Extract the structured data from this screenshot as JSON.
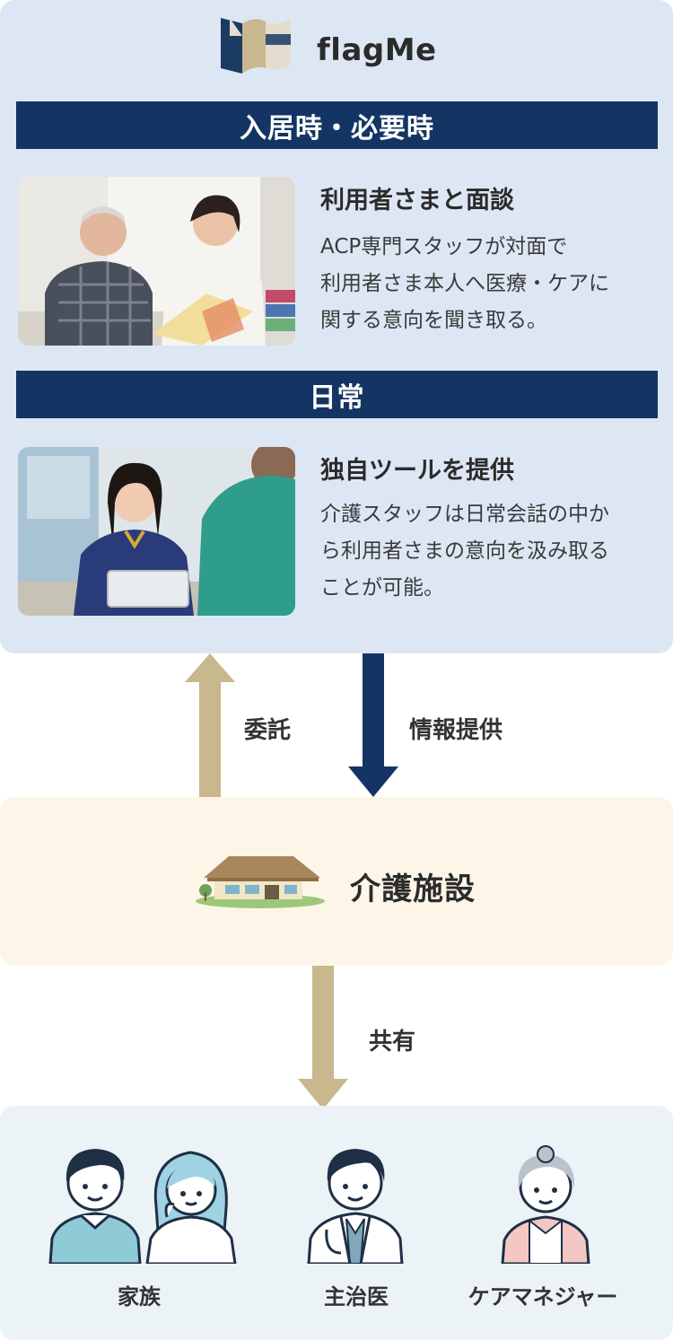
{
  "brand": {
    "name": "flagMe",
    "logo_colors": [
      "#1b3a64",
      "#c8b78f",
      "#e8e3d8"
    ]
  },
  "phase_1": {
    "band_label": "入居時・必要時",
    "title": "利用者さまと面談",
    "description_lines": [
      "ACP専門スタッフが対面で",
      "利用者さま本人へ医療・ケアに",
      "関する意向を聞き取る。"
    ]
  },
  "phase_2": {
    "band_label": "日常",
    "title": "独自ツールを提供",
    "description_lines": [
      "介護スタッフは日常会話の中か",
      "ら利用者さまの意向を汲み取る",
      "ことが可能。"
    ]
  },
  "flow": {
    "up_label": "委託",
    "down_label": "情報提供",
    "share_label": "共有",
    "colors": {
      "navy": "#143564",
      "tan": "#c9b78d"
    }
  },
  "facility": {
    "label": "介護施設"
  },
  "recipients": {
    "family": "家族",
    "doctor": "主治医",
    "care_manager": "ケアマネジャー"
  }
}
